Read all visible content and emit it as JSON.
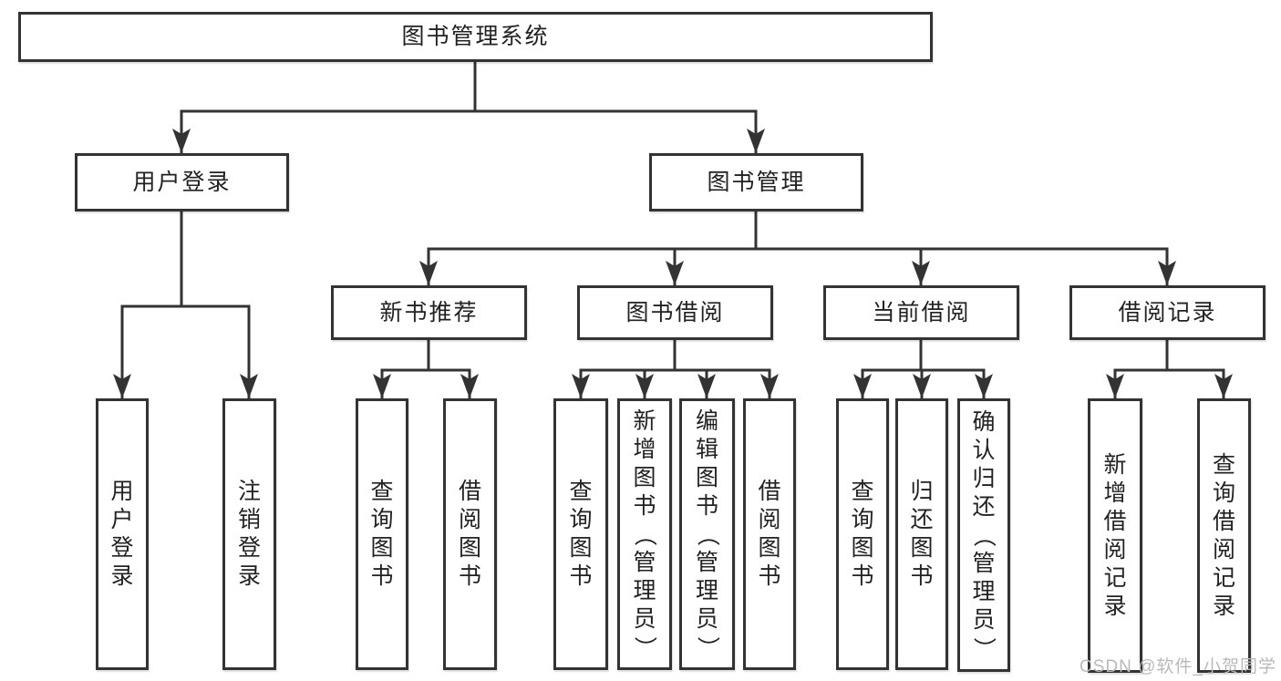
{
  "nodes": {
    "root": "图书管理系统",
    "user_login": "用户登录",
    "book_mgmt": "图书管理",
    "new_books": "新书推荐",
    "book_borrow": "图书借阅",
    "current_borrow": "当前借阅",
    "borrow_records": "借阅记录"
  },
  "leaves": {
    "user_login": [
      "用户登录",
      "注销登录"
    ],
    "new_books": [
      "查询图书",
      "借阅图书"
    ],
    "book_borrow": [
      "查询图书",
      "新增图书（管理员）",
      "编辑图书（管理员）",
      "借阅图书"
    ],
    "current_borrow": [
      "查询图书",
      "归还图书",
      "确认归还（管理员）"
    ],
    "borrow_records": [
      "新增借阅记录",
      "查询借阅记录"
    ]
  },
  "watermark": "CSDN @软件_小贺同学",
  "colors": {
    "line": "#333333",
    "text": "#222222",
    "watermark": "#b9b9b9",
    "background": "#ffffff"
  }
}
